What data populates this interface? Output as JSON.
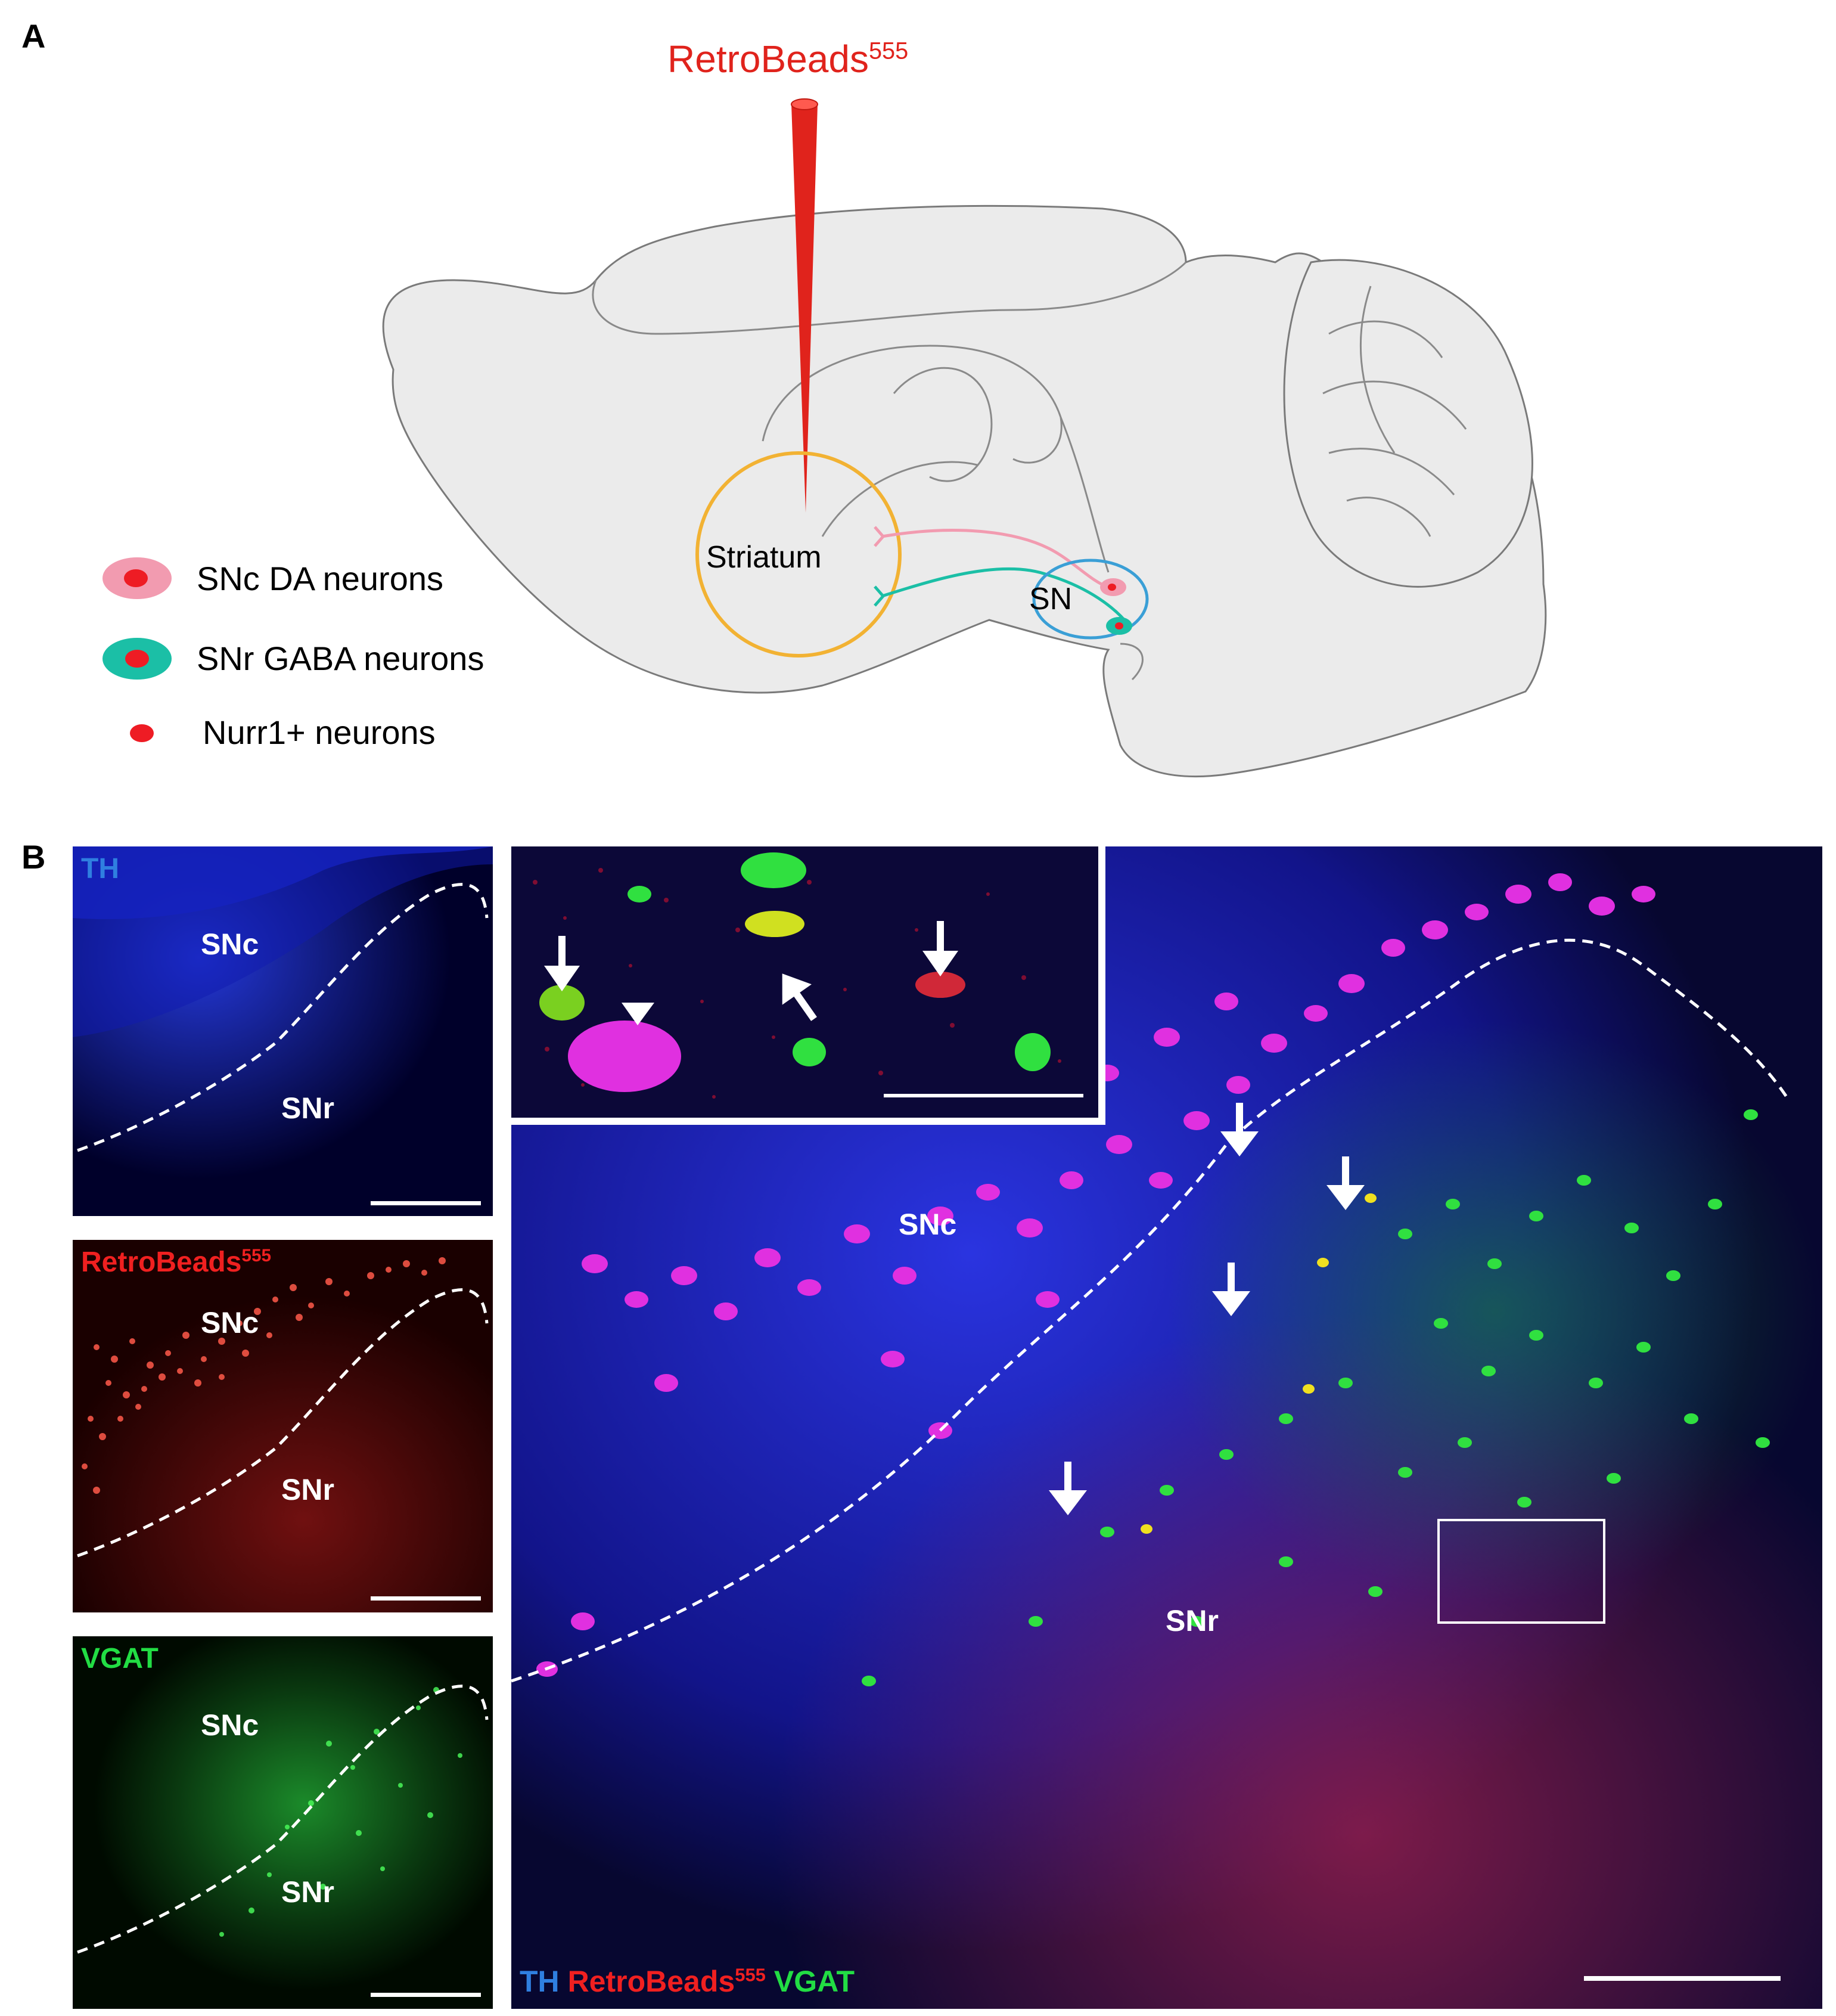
{
  "panel_a": {
    "letter": "A",
    "tracer_name": "RetroBeads",
    "tracer_superscript": "555",
    "labels": {
      "striatum": "Striatum",
      "sn": "SN"
    },
    "legend": [
      {
        "label": "SNc DA neurons"
      },
      {
        "label": "SNr GABA neurons"
      },
      {
        "label": "Nurr1+ neurons"
      }
    ],
    "colors": {
      "tracer": "#e0231c",
      "striatum_outline": "#f2b233",
      "sn_outline": "#3a9fd6",
      "snc_cell": "#f29bb0",
      "snr_cell": "#1bbfa6",
      "nurr1": "#ee1c24",
      "brain_fill": "#ebebeb"
    }
  },
  "panel_b": {
    "letter": "B",
    "small_panels": [
      {
        "channel": "TH",
        "superscript": "",
        "color": "#2f7fe0"
      },
      {
        "channel": "RetroBeads",
        "superscript": "555",
        "color": "#f02020"
      },
      {
        "channel": "VGAT",
        "superscript": "",
        "color": "#22dd44"
      }
    ],
    "region_labels": {
      "snc": "SNc",
      "snr": "SNr"
    },
    "merged_caption": [
      {
        "text": "TH",
        "superscript": "",
        "color": "#2f7fe0"
      },
      {
        "text": "RetroBeads",
        "superscript": "555",
        "color": "#f02020"
      },
      {
        "text": "VGAT",
        "superscript": "",
        "color": "#22dd44"
      }
    ]
  }
}
